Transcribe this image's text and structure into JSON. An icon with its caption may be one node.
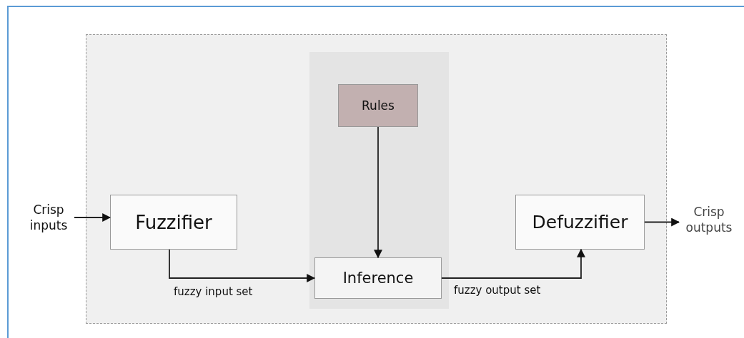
{
  "diagram": {
    "nodes": [
      {
        "text": [],
        "shape": "box"
      },
      {
        "text": [],
        "shape": "band",
        "in": 0
      },
      {
        "text": [
          "Rules"
        ],
        "in": 1
      },
      {
        "text": [
          "Fuzzifier"
        ],
        "in": 0
      },
      {
        "text": [
          "Inference"
        ],
        "in": 1
      },
      {
        "text": [
          "Defuzzifier"
        ],
        "in": 0
      },
      {
        "text": [
          "Crisp inputs"
        ]
      },
      {
        "text": [
          "Crisp outputs"
        ]
      }
    ],
    "edges": [
      {
        "from": 6,
        "to": 3,
        "arrow": "to"
      },
      {
        "from": 2,
        "to": 4,
        "arrow": "to"
      },
      {
        "from": 3,
        "to": 4,
        "arrow": "to",
        "label": "fuzzy input set"
      },
      {
        "from": 4,
        "to": 5,
        "arrow": "to",
        "label": "fuzzy output set"
      },
      {
        "from": 5,
        "to": 7,
        "arrow": "to"
      }
    ]
  }
}
